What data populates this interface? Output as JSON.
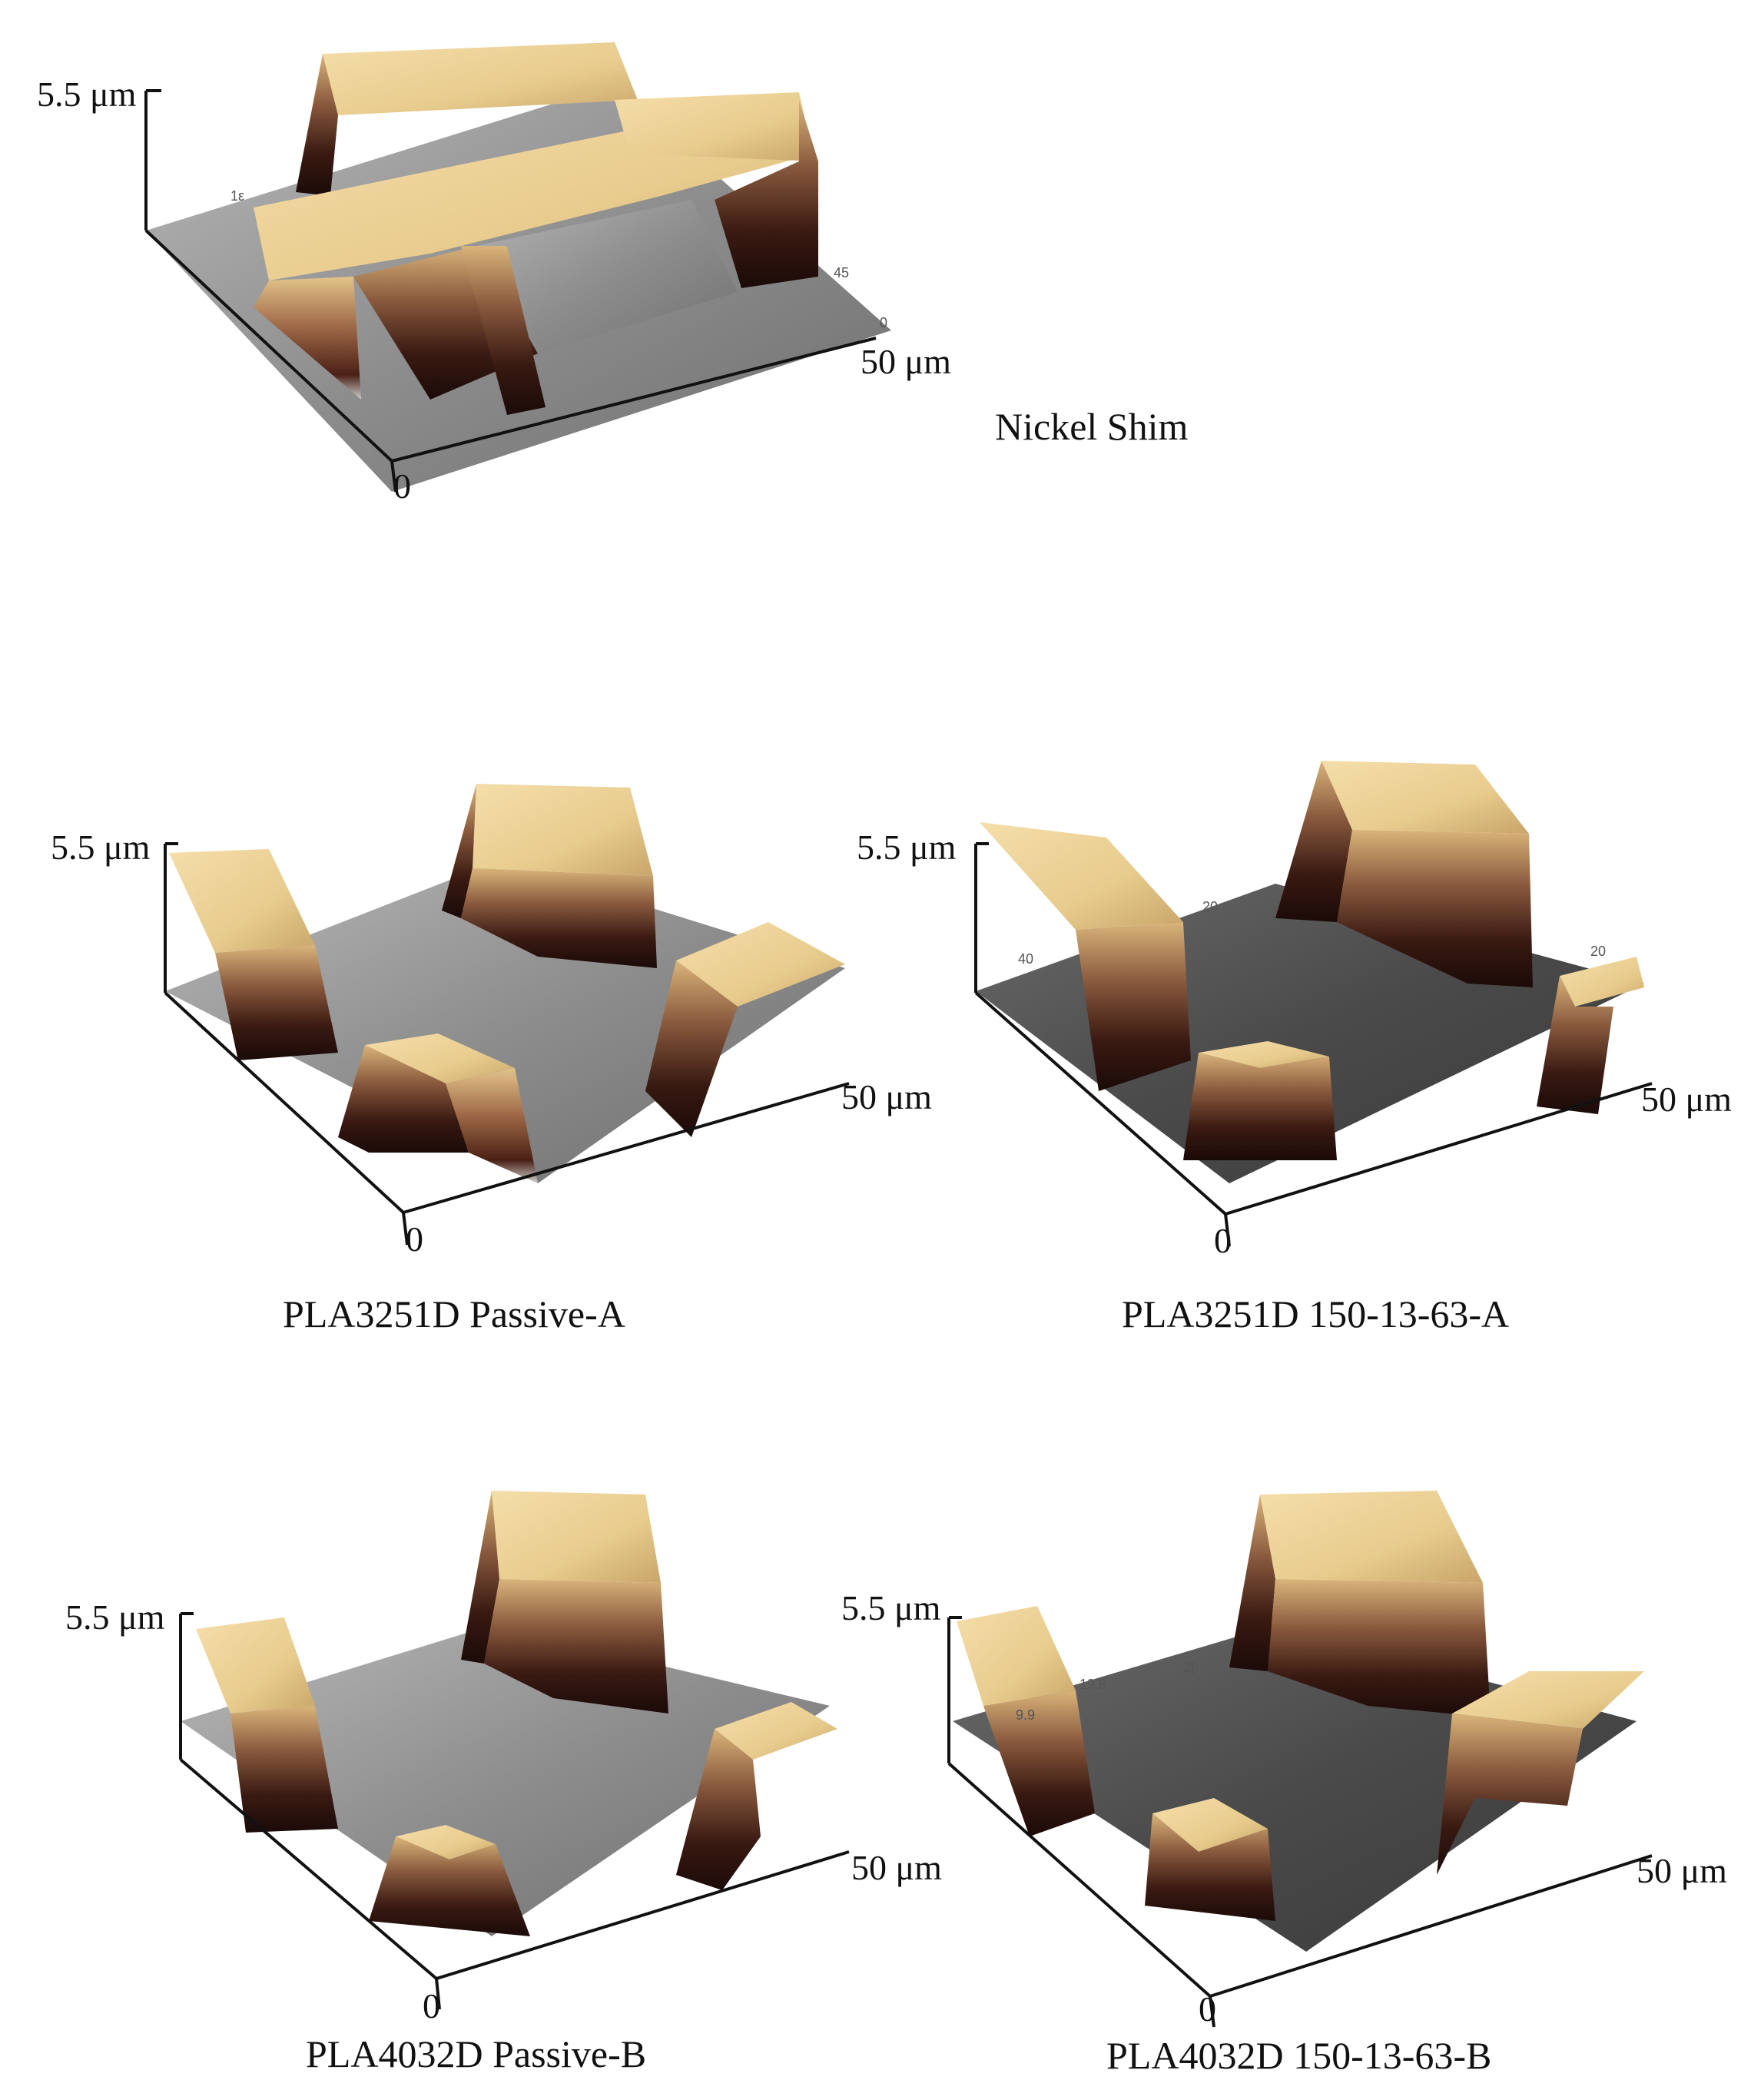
{
  "figure": {
    "panels": [
      {
        "id": "nickel-shim",
        "caption": "Nickel Shim",
        "z_label": "5.5 μm",
        "x_label": "50 μm",
        "origin_label": "0",
        "tick_a": "1ε",
        "tick_b": "45",
        "tick_c": "0"
      },
      {
        "id": "pla3251d-passive-a",
        "caption": "PLA3251D Passive-A",
        "z_label": "5.5 μm",
        "x_label": "50 μm",
        "origin_label": "0"
      },
      {
        "id": "pla3251d-150-13-63-a",
        "caption": "PLA3251D  150-13-63-A",
        "z_label": "5.5 μm",
        "x_label": "50 μm",
        "origin_label": "0",
        "tick_a": "20",
        "tick_b": "40",
        "tick_c": "20"
      },
      {
        "id": "pla4032d-passive-b",
        "caption": "PLA4032D Passive-B",
        "z_label": "5.5 μm",
        "x_label": "50 μm",
        "origin_label": "0"
      },
      {
        "id": "pla4032d-150-13-63-b",
        "caption": "PLA4032D  150-13-63-B",
        "z_label": "5.5 μm",
        "x_label": "50 μm",
        "origin_label": "0",
        "tick_a": "19.8",
        "tick_b": "9.9",
        "tick_c": "2("
      }
    ]
  },
  "colors": {
    "top_surface": "#e8cc8e",
    "wall_dark": "#3a1a12",
    "wall_mid": "#8a5a3e",
    "base_gray": "#8a8a8a",
    "axis": "#111111"
  }
}
